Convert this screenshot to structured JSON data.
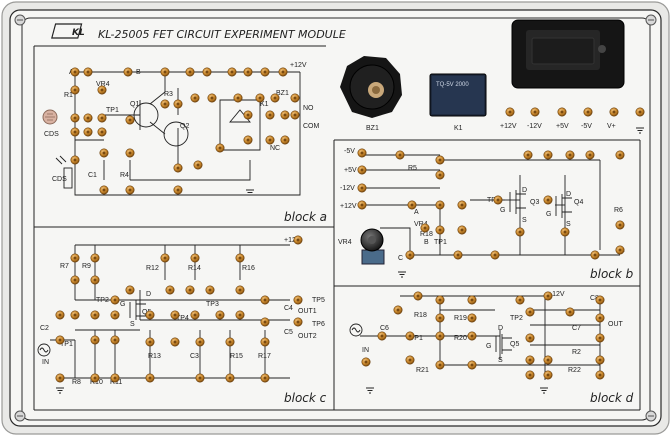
{
  "module": {
    "logo_text": "KL",
    "title": "KL-25005 FET CIRCUIT EXPERIMENT MODULE"
  },
  "blocks": {
    "a": "block a",
    "b": "block b",
    "c": "block c",
    "d": "block d"
  },
  "power_rail": {
    "labels": [
      "+12V",
      "-12V",
      "+5V",
      "-5V",
      "V+"
    ]
  },
  "components": {
    "buzzer": "BZ1",
    "relay": "K1",
    "relay_body_text": "TQ-5V 2000",
    "block_a": {
      "supply": "+12V",
      "r1": "R1",
      "vr4": "VR4",
      "tp1": "TP1",
      "q1": "Q1",
      "q2": "Q2",
      "r3": "R3",
      "k1": "K1",
      "bz1": "BZ1",
      "no": "NO",
      "com": "COM",
      "nc": "NC",
      "cds1": "CDS",
      "cds2": "CDS",
      "c1": "C1",
      "r4": "R4",
      "a": "A",
      "b": "B"
    },
    "block_b": {
      "m5v": "-5V",
      "p5v": "+5V",
      "m12v": "-12V",
      "p12v": "+12V",
      "r5": "R5",
      "vr4": "VR4",
      "r18": "R18",
      "tp1": "TP1",
      "tp2": "TP2",
      "q3": "Q3",
      "q4": "Q4",
      "r6": "R6",
      "vplus": "V+",
      "a": "A",
      "b": "B",
      "c": "C",
      "g": "G",
      "d": "D",
      "s": "S"
    },
    "block_c": {
      "supply": "+12V",
      "r7": "R7",
      "r9": "R9",
      "r12": "R12",
      "r14": "R14",
      "r16": "R16",
      "tp2": "TP2",
      "tp3": "TP3",
      "tp4": "TP4",
      "tp5": "TP5",
      "tp6": "TP6",
      "q5": "Q5",
      "c2": "C2",
      "tp1": "TP1",
      "in": "IN",
      "r8": "R8",
      "r10": "R10",
      "r11": "R11",
      "r13": "R13",
      "c3": "C3",
      "r15": "R15",
      "r17": "R17",
      "c4": "C4",
      "c5": "C5",
      "out1": "OUT1",
      "out2": "OUT2",
      "g": "G",
      "d": "D",
      "s": "S"
    },
    "block_d": {
      "supply": "+12V",
      "r18": "R18",
      "r19": "R19",
      "r20": "R20",
      "r21": "R21",
      "r22": "R22",
      "c6": "C6",
      "c7": "C7",
      "c8": "C8",
      "tp1": "TP1",
      "tp2": "TP2",
      "q5": "Q5",
      "r2": "R2",
      "in": "IN",
      "out": "OUT",
      "g": "G",
      "d": "D",
      "s": "S"
    }
  },
  "colors": {
    "panel": "#f4f4f2",
    "line": "#1e1e1e",
    "jack": "#c8862a",
    "jack_center": "#7a4a10"
  }
}
